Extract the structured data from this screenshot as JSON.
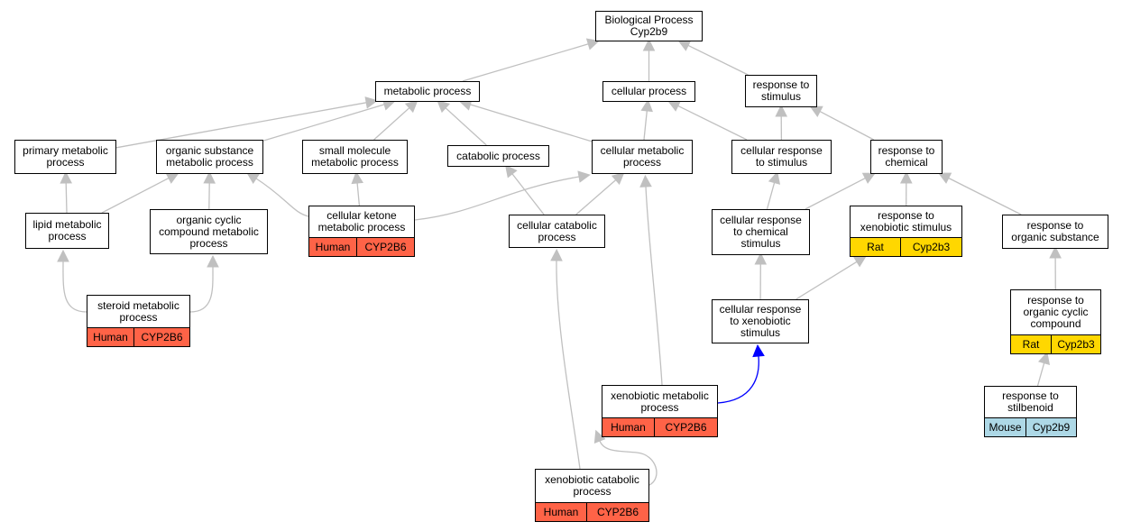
{
  "colors": {
    "edge": "#c0c0c0",
    "highlight_edge": "#0000ff",
    "Human": "#ff6347",
    "Rat": "#ffd700",
    "Mouse": "#add8e6"
  },
  "nodes": {
    "root": {
      "label": "Biological Process\nCyp2b9"
    },
    "metabolic": {
      "label": "metabolic process"
    },
    "cellular": {
      "label": "cellular process"
    },
    "response_stimulus": {
      "label": "response to\nstimulus"
    },
    "primary_metabolic": {
      "label": "primary metabolic\nprocess"
    },
    "organic_substance_metabolic": {
      "label": "organic substance\nmetabolic process"
    },
    "small_molecule_metabolic": {
      "label": "small molecule\nmetabolic process"
    },
    "catabolic": {
      "label": "catabolic process"
    },
    "cellular_metabolic": {
      "label": "cellular metabolic\nprocess"
    },
    "cellular_response_stimulus": {
      "label": "cellular response\nto stimulus"
    },
    "response_chemical": {
      "label": "response to\nchemical"
    },
    "lipid_metabolic": {
      "label": "lipid metabolic\nprocess"
    },
    "organic_cyclic_metabolic": {
      "label": "organic cyclic\ncompound metabolic\nprocess"
    },
    "cellular_ketone": {
      "label": "cellular ketone\nmetabolic process",
      "species": "Human",
      "gene": "CYP2B6"
    },
    "cellular_catabolic": {
      "label": "cellular catabolic\nprocess"
    },
    "cellular_response_chemical": {
      "label": "cellular response\nto chemical\nstimulus"
    },
    "response_xenobiotic": {
      "label": "response to\nxenobiotic stimulus",
      "species": "Rat",
      "gene": "Cyp2b3"
    },
    "response_organic_substance": {
      "label": "response to\norganic substance"
    },
    "steroid_metabolic": {
      "label": "steroid metabolic\nprocess",
      "species": "Human",
      "gene": "CYP2B6"
    },
    "cellular_response_xenobiotic": {
      "label": "cellular response\nto xenobiotic\nstimulus"
    },
    "response_organic_cyclic": {
      "label": "response to\norganic cyclic\ncompound",
      "species": "Rat",
      "gene": "Cyp2b3"
    },
    "xenobiotic_metabolic": {
      "label": "xenobiotic metabolic\nprocess",
      "species": "Human",
      "gene": "CYP2B6"
    },
    "response_stilbenoid": {
      "label": "response to\nstilbenoid",
      "species": "Mouse",
      "gene": "Cyp2b9"
    },
    "xenobiotic_catabolic": {
      "label": "xenobiotic catabolic\nprocess",
      "species": "Human",
      "gene": "CYP2B6"
    }
  },
  "edges": [
    {
      "from": "metabolic",
      "to": "root"
    },
    {
      "from": "cellular",
      "to": "root"
    },
    {
      "from": "response_stimulus",
      "to": "root"
    },
    {
      "from": "primary_metabolic",
      "to": "metabolic"
    },
    {
      "from": "organic_substance_metabolic",
      "to": "metabolic"
    },
    {
      "from": "small_molecule_metabolic",
      "to": "metabolic"
    },
    {
      "from": "catabolic",
      "to": "metabolic"
    },
    {
      "from": "cellular_metabolic",
      "to": "metabolic"
    },
    {
      "from": "cellular_metabolic",
      "to": "cellular"
    },
    {
      "from": "cellular_response_stimulus",
      "to": "cellular"
    },
    {
      "from": "cellular_response_stimulus",
      "to": "response_stimulus"
    },
    {
      "from": "response_chemical",
      "to": "response_stimulus"
    },
    {
      "from": "lipid_metabolic",
      "to": "primary_metabolic"
    },
    {
      "from": "lipid_metabolic",
      "to": "organic_substance_metabolic"
    },
    {
      "from": "organic_cyclic_metabolic",
      "to": "organic_substance_metabolic"
    },
    {
      "from": "cellular_ketone",
      "to": "organic_substance_metabolic"
    },
    {
      "from": "cellular_ketone",
      "to": "small_molecule_metabolic"
    },
    {
      "from": "cellular_ketone",
      "to": "cellular_metabolic"
    },
    {
      "from": "cellular_catabolic",
      "to": "catabolic"
    },
    {
      "from": "cellular_catabolic",
      "to": "cellular_metabolic"
    },
    {
      "from": "cellular_response_chemical",
      "to": "cellular_response_stimulus"
    },
    {
      "from": "cellular_response_chemical",
      "to": "response_chemical"
    },
    {
      "from": "response_xenobiotic",
      "to": "response_chemical"
    },
    {
      "from": "response_organic_substance",
      "to": "response_chemical"
    },
    {
      "from": "steroid_metabolic",
      "to": "lipid_metabolic"
    },
    {
      "from": "steroid_metabolic",
      "to": "organic_cyclic_metabolic"
    },
    {
      "from": "cellular_response_xenobiotic",
      "to": "cellular_response_chemical"
    },
    {
      "from": "cellular_response_xenobiotic",
      "to": "response_xenobiotic"
    },
    {
      "from": "response_organic_cyclic",
      "to": "response_organic_substance"
    },
    {
      "from": "response_stilbenoid",
      "to": "response_organic_cyclic"
    },
    {
      "from": "xenobiotic_metabolic",
      "to": "cellular_metabolic"
    },
    {
      "from": "xenobiotic_metabolic",
      "to": "cellular_response_xenobiotic",
      "highlight": true
    },
    {
      "from": "xenobiotic_catabolic",
      "to": "cellular_catabolic"
    },
    {
      "from": "xenobiotic_catabolic",
      "to": "xenobiotic_metabolic"
    }
  ]
}
